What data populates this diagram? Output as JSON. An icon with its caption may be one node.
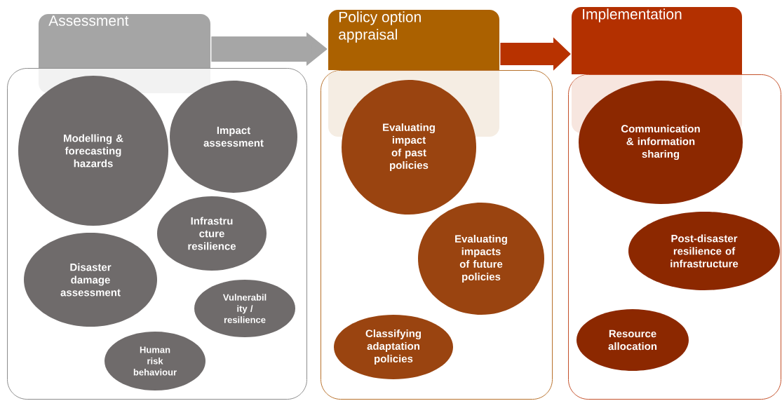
{
  "diagram": {
    "nodes": [
      {
        "text": [
          "Assessment"
        ]
      },
      {
        "text": [],
        "shape": "box"
      },
      {
        "text": [
          "Modelling & forecasting hazards"
        ],
        "in": 1
      },
      {
        "text": [
          "Impact assessment"
        ],
        "in": 1
      },
      {
        "text": [
          "Infrastru cture resilience"
        ],
        "in": 1
      },
      {
        "text": [
          "Disaster damage assessment"
        ],
        "in": 1
      },
      {
        "text": [
          "Vulnerabil ity / resilience"
        ],
        "in": 1
      },
      {
        "text": [
          "Human risk behaviour"
        ],
        "in": 1
      },
      {
        "text": [
          "Policy option appraisal"
        ]
      },
      {
        "text": [],
        "shape": "box"
      },
      {
        "text": [
          "Evaluating impact of past policies"
        ],
        "in": 9
      },
      {
        "text": [
          "Evaluating impacts of future policies"
        ],
        "in": 9
      },
      {
        "text": [
          "Classifying adaptation policies"
        ],
        "in": 9
      },
      {
        "text": [
          "Implementation"
        ]
      },
      {
        "text": [],
        "shape": "box"
      },
      {
        "text": [
          "Communication & information sharing"
        ],
        "in": 14
      },
      {
        "text": [
          "Post-disaster resilience of infrastructure"
        ],
        "in": 14
      },
      {
        "text": [
          "Resource allocation"
        ],
        "in": 14
      }
    ],
    "edges": [
      {
        "from": 0,
        "to": 8,
        "arrow": "to",
        "color": "#a6a6a6"
      },
      {
        "from": 8,
        "to": 13,
        "arrow": "to",
        "color": "#b83200"
      }
    ]
  }
}
